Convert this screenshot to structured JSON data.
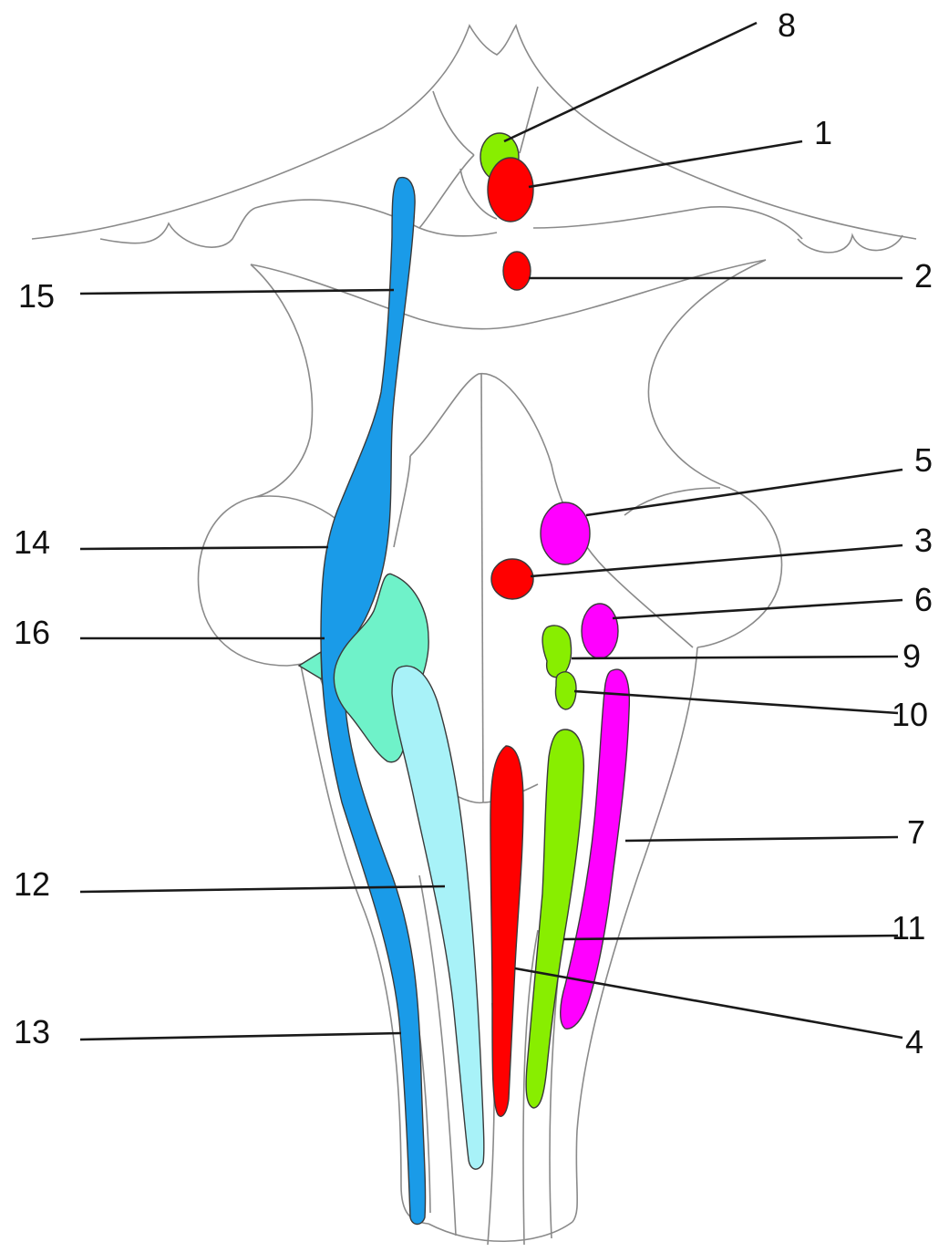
{
  "labels": {
    "n1": "1",
    "n2": "2",
    "n3": "3",
    "n4": "4",
    "n5": "5",
    "n6": "6",
    "n7": "7",
    "n8": "8",
    "n9": "9",
    "n10": "10",
    "n11": "11",
    "n12": "12",
    "n13": "13",
    "n14": "14",
    "n15": "15",
    "n16": "16"
  },
  "colors": {
    "red": "#ff0000",
    "magenta": "#ff00ff",
    "lime": "#88ee00",
    "blue": "#1a9be8",
    "light_cyan": "#a8f2f8",
    "aquamarine": "#6ff2c9",
    "outline": "#8a8a8a",
    "leader": "#1a1a1a"
  }
}
